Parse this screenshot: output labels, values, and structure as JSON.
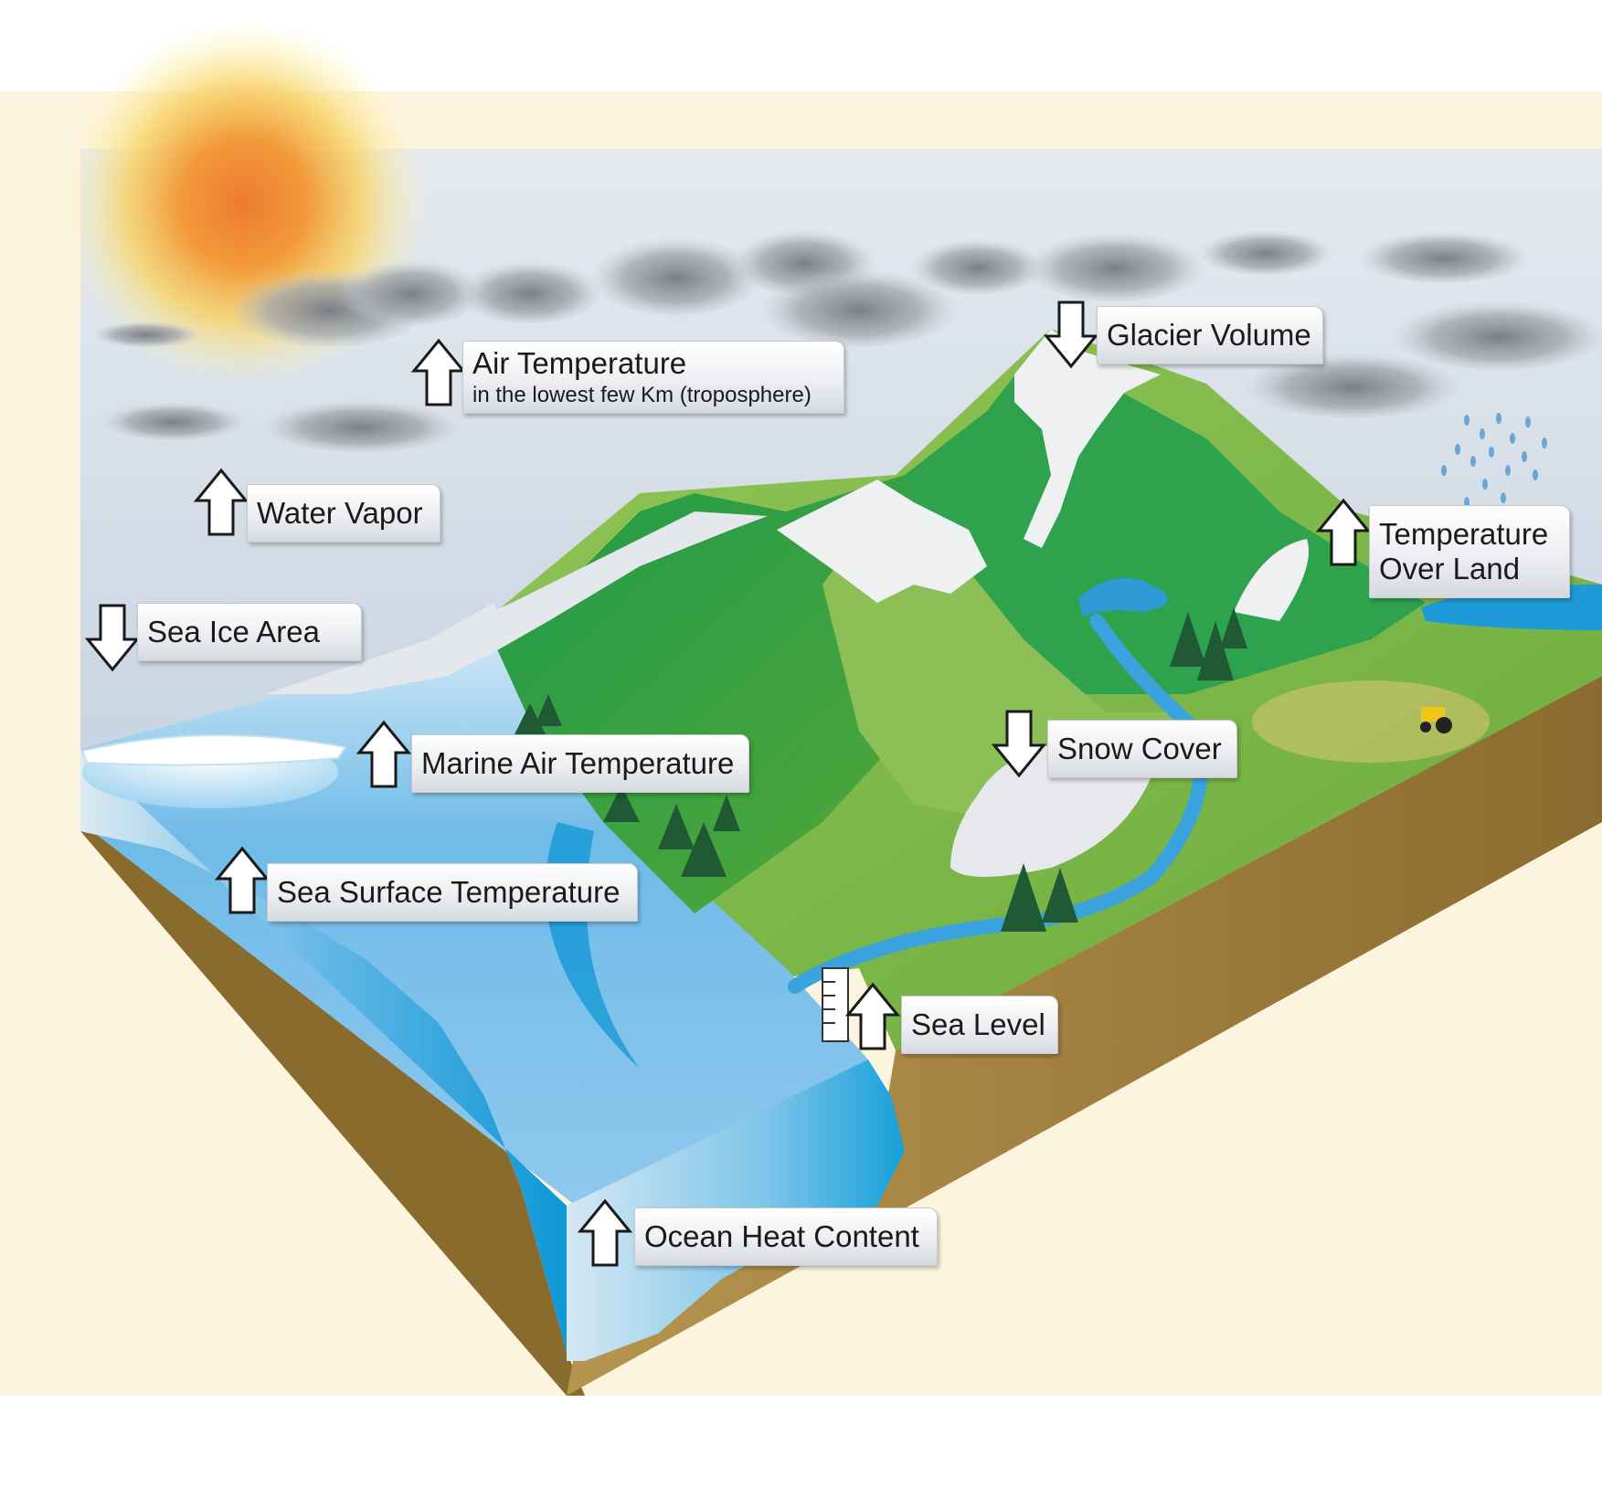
{
  "indicators": [
    {
      "id": "air-temperature",
      "label": "Air Temperature",
      "sublabel": "in the lowest few Km (troposphere)",
      "direction": "up"
    },
    {
      "id": "water-vapor",
      "label": "Water Vapor",
      "direction": "up"
    },
    {
      "id": "sea-ice-area",
      "label": "Sea Ice Area",
      "direction": "down"
    },
    {
      "id": "marine-air-temperature",
      "label": "Marine Air Temperature",
      "direction": "up"
    },
    {
      "id": "sea-surface-temperature",
      "label": "Sea Surface Temperature",
      "direction": "up"
    },
    {
      "id": "ocean-heat-content",
      "label": "Ocean Heat Content",
      "direction": "up"
    },
    {
      "id": "sea-level",
      "label": "Sea Level",
      "direction": "up"
    },
    {
      "id": "snow-cover",
      "label": "Snow Cover",
      "direction": "down"
    },
    {
      "id": "glacier-volume",
      "label": "Glacier Volume",
      "direction": "down"
    },
    {
      "id": "temperature-over-land",
      "label": "Temperature",
      "label_line2": "Over Land",
      "direction": "up"
    }
  ],
  "colors": {
    "background": "#fdf4e0",
    "sky_top": "#e4e9ee",
    "sky_bottom": "#c9d5e4",
    "ocean": "#3da8e0",
    "ocean_deep": "#0b93d2",
    "land_green": "#7fb846",
    "mountain_green": "#2a9a46",
    "soil": "#8d6e35",
    "snow": "#eef0f2",
    "sun": "#f08a2a"
  }
}
